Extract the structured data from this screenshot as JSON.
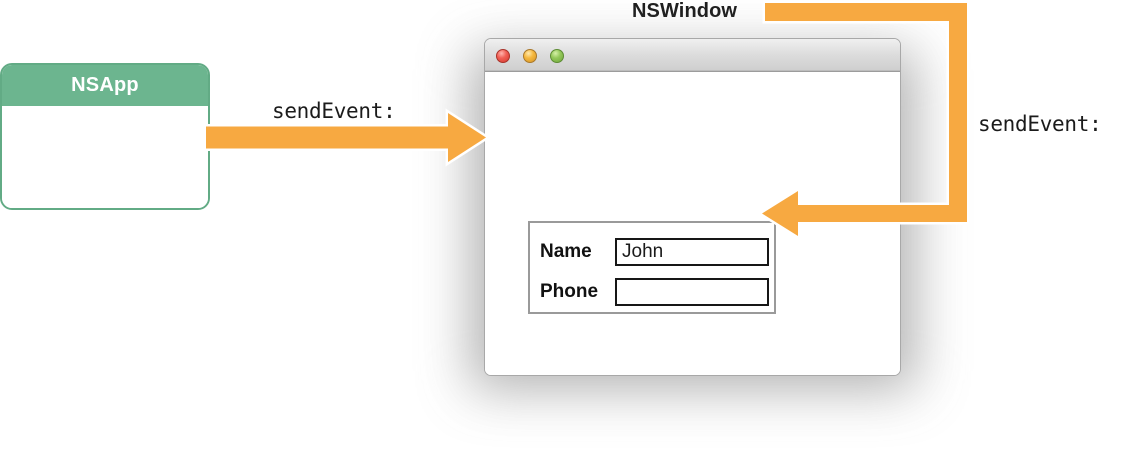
{
  "diagram": {
    "title_nswindow": "NSWindow",
    "nsapp": {
      "title": "NSApp"
    },
    "messages": {
      "left_label": "sendEvent:",
      "right_label": "sendEvent:"
    },
    "colors": {
      "accent_orange": "#f7a941",
      "nsapp_green": "#6cb58f",
      "nsapp_border_green": "#62ab85",
      "arrow_outline": "#ffffff",
      "text": "#1b1b1b"
    }
  },
  "window": {
    "traffic_lights": [
      {
        "name": "close",
        "color": "#f15f54"
      },
      {
        "name": "minimize",
        "color": "#f5b73d"
      },
      {
        "name": "zoom",
        "color": "#94c85a"
      }
    ],
    "form": {
      "rows": [
        {
          "label": "Name",
          "value": "John",
          "placeholder": ""
        },
        {
          "label": "Phone",
          "value": "",
          "placeholder": ""
        }
      ]
    }
  }
}
